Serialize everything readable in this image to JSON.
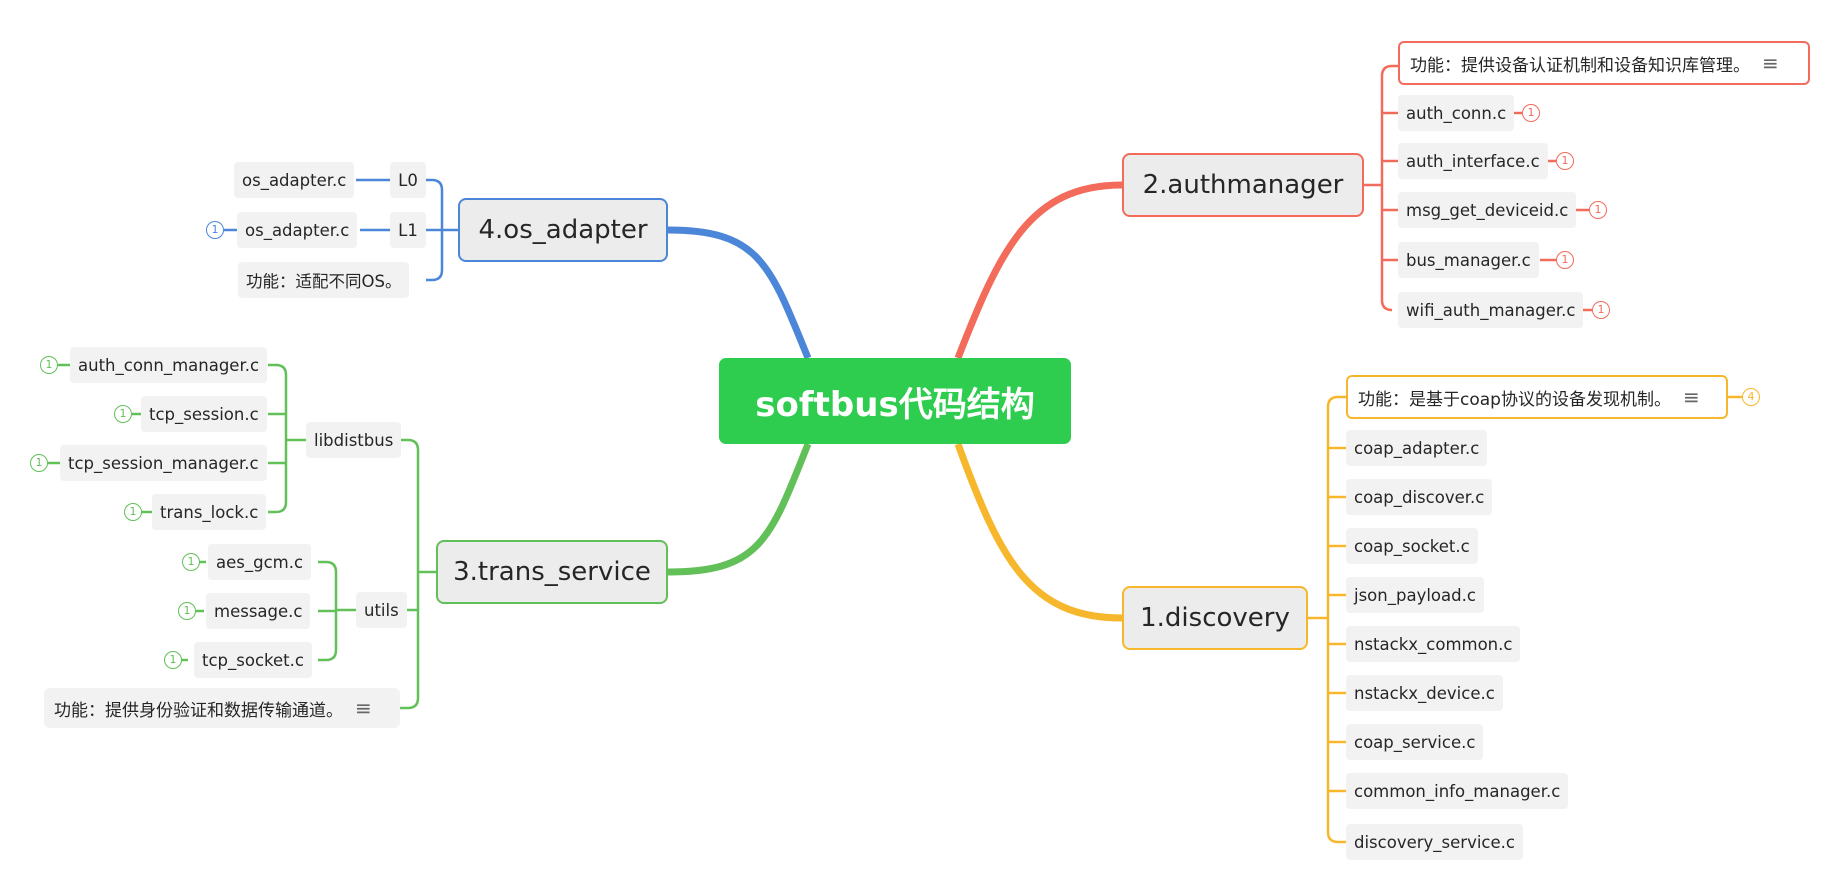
{
  "root": {
    "label": "softbus代码结构"
  },
  "colors": {
    "root": "#2ecc4f",
    "authmanager": "#f26b5b",
    "discovery": "#f7b72c",
    "trans_service": "#62c058",
    "os_adapter": "#4c86d8"
  },
  "authmanager": {
    "label": "2.authmanager",
    "note": "功能：提供设备认证机制和设备知识库管理。",
    "files": [
      {
        "name": "auth_conn.c",
        "badge": "1"
      },
      {
        "name": "auth_interface.c",
        "badge": "1"
      },
      {
        "name": "msg_get_deviceid.c",
        "badge": "1"
      },
      {
        "name": "bus_manager.c",
        "badge": "1"
      },
      {
        "name": "wifi_auth_manager.c",
        "badge": "1"
      }
    ]
  },
  "discovery": {
    "label": "1.discovery",
    "note": "功能：是基于coap协议的设备发现机制。",
    "note_badge": "4",
    "files": [
      {
        "name": "coap_adapter.c"
      },
      {
        "name": "coap_discover.c"
      },
      {
        "name": "coap_socket.c"
      },
      {
        "name": "json_payload.c"
      },
      {
        "name": "nstackx_common.c"
      },
      {
        "name": "nstackx_device.c"
      },
      {
        "name": "coap_service.c"
      },
      {
        "name": "common_info_manager.c"
      },
      {
        "name": "discovery_service.c"
      }
    ]
  },
  "trans_service": {
    "label": "3.trans_service",
    "note": "功能：提供身份验证和数据传输通道。",
    "groups": [
      {
        "label": "libdistbus",
        "files": [
          {
            "name": "auth_conn_manager.c",
            "badge": "1"
          },
          {
            "name": "tcp_session.c",
            "badge": "1"
          },
          {
            "name": "tcp_session_manager.c",
            "badge": "1"
          },
          {
            "name": "trans_lock.c",
            "badge": "1"
          }
        ]
      },
      {
        "label": "utils",
        "files": [
          {
            "name": "aes_gcm.c",
            "badge": "1"
          },
          {
            "name": "message.c",
            "badge": "1"
          },
          {
            "name": "tcp_socket.c",
            "badge": "1"
          }
        ]
      }
    ]
  },
  "os_adapter": {
    "label": "4.os_adapter",
    "note": "功能：适配不同OS。",
    "levels": [
      {
        "label": "L0",
        "file": "os_adapter.c",
        "badge": ""
      },
      {
        "label": "L1",
        "file": "os_adapter.c",
        "badge": "1"
      }
    ]
  }
}
